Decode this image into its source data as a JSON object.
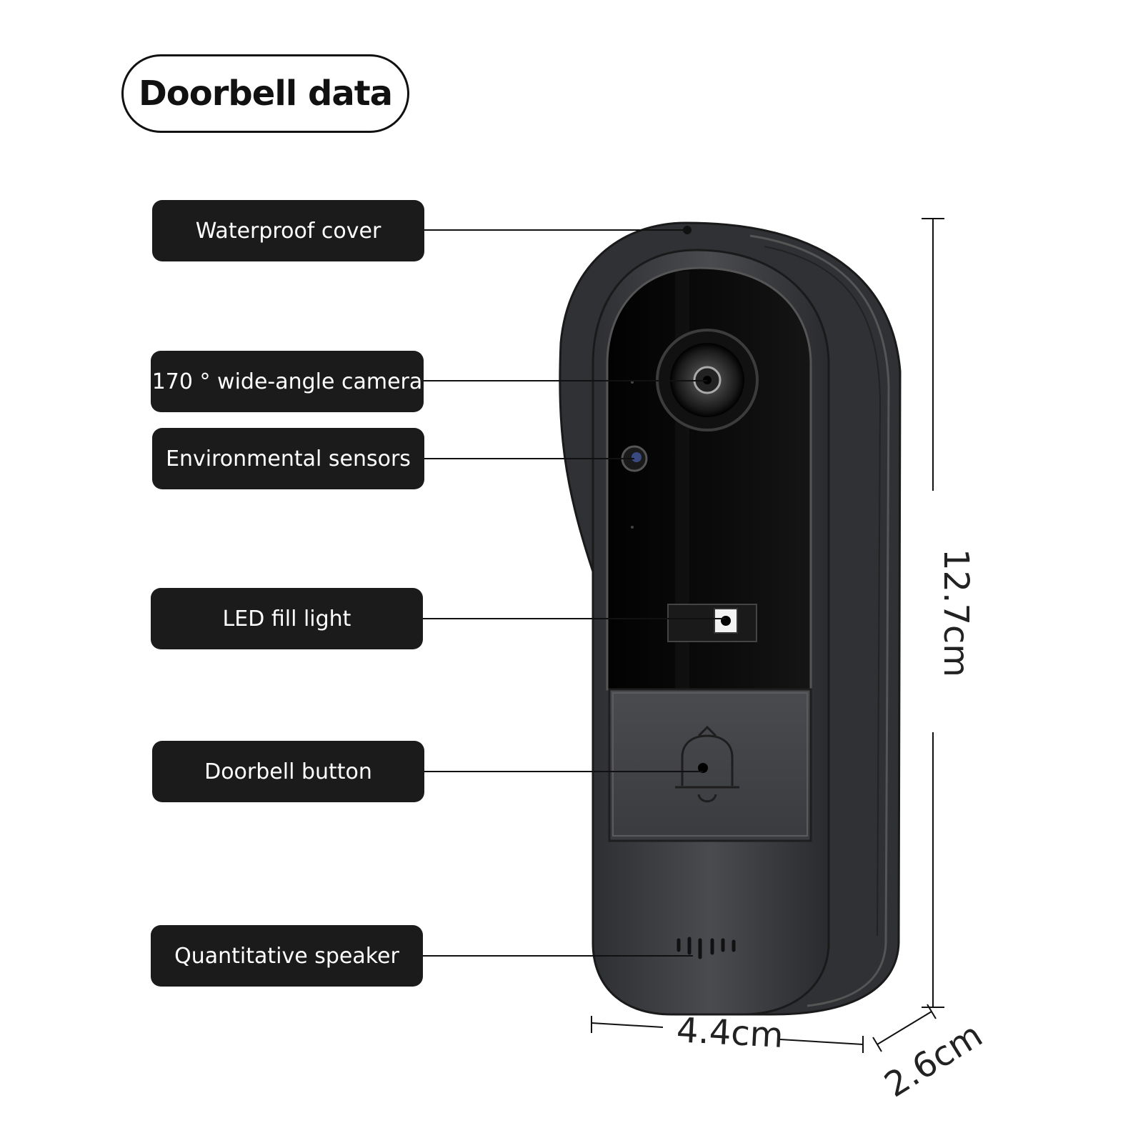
{
  "title": "Doorbell data",
  "callouts": [
    {
      "id": "waterproof-cover",
      "label": "Waterproof cover"
    },
    {
      "id": "wide-angle-camera",
      "label": "170 ° wide-angle camera"
    },
    {
      "id": "environmental-sensors",
      "label": "Environmental sensors"
    },
    {
      "id": "led-fill-light",
      "label": "LED fill light"
    },
    {
      "id": "doorbell-button",
      "label": "Doorbell button"
    },
    {
      "id": "quantitative-speaker",
      "label": "Quantitative speaker"
    }
  ],
  "dimensions": {
    "height": "12.7cm",
    "width": "4.4cm",
    "depth": "2.6cm"
  },
  "colors": {
    "body": "#3a3b3e",
    "face": "#050505",
    "label_bg": "#1b1b1b"
  },
  "icons": [
    "bell-icon",
    "camera-lens-icon",
    "sensor-icon",
    "led-icon",
    "speaker-grille-icon"
  ]
}
